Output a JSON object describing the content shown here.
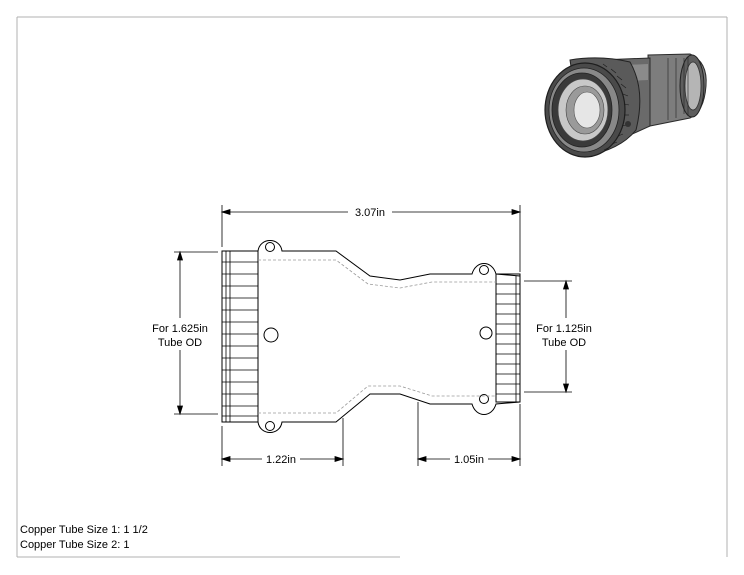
{
  "dimensions": {
    "overall_length": "3.07in",
    "left_socket_depth": "1.22in",
    "right_socket_depth": "1.05in",
    "left_od_line1": "For 1.625in",
    "left_od_line2": "Tube OD",
    "right_od_line1": "For 1.125in",
    "right_od_line2": "Tube OD"
  },
  "notes": {
    "tube_size_1": "Copper Tube Size 1: 1 1/2",
    "tube_size_2": "Copper Tube Size 2: 1"
  },
  "colors": {
    "line": "#000000",
    "hidden_line": "#9a9a9a",
    "border": "#b0b0b0",
    "render_dark": "#3a3a3a",
    "render_mid": "#7d7d7d",
    "render_light": "#c8c8c8"
  }
}
